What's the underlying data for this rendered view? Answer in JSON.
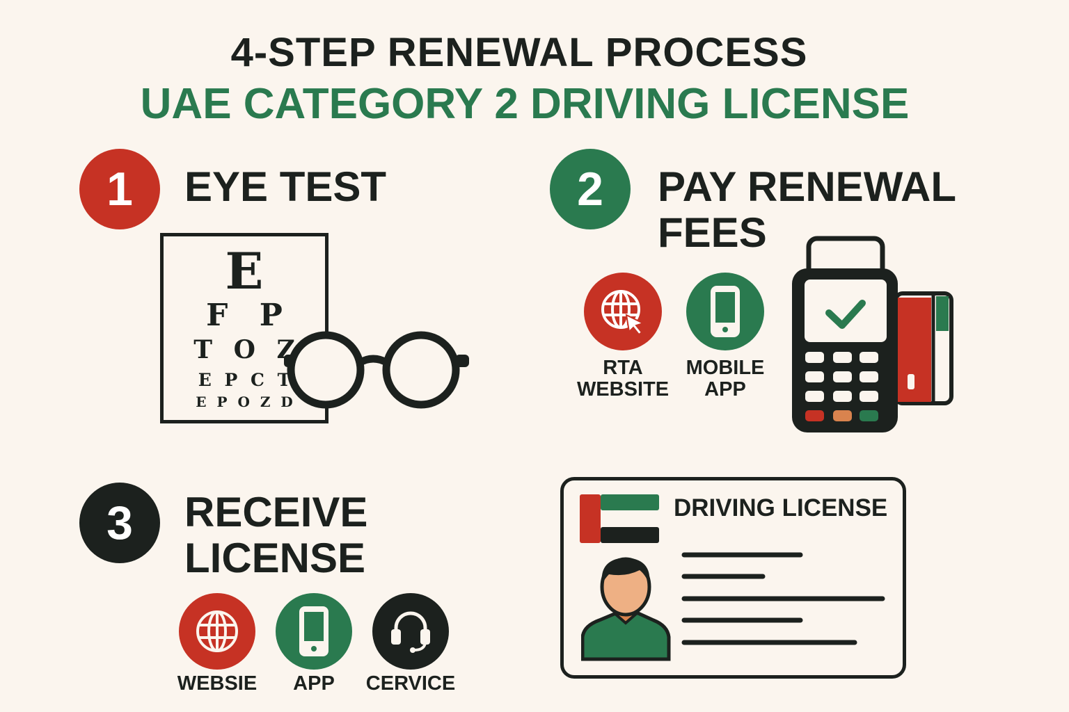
{
  "header": {
    "title": "4-STEP RENEWAL PROCESS",
    "subtitle": "UAE CATEGORY 2 DRIVING LICENSE"
  },
  "colors": {
    "red": "#c63224",
    "green": "#2a7a4f",
    "dark": "#1c211e",
    "background": "#fbf5ee"
  },
  "steps": [
    {
      "number": "1",
      "title": "EYE TEST",
      "icon": "eye-chart-with-glasses",
      "eye_chart_rows": [
        "E",
        "F P",
        "T O Z",
        "E P C T",
        "E P O Z D"
      ]
    },
    {
      "number": "2",
      "title_line1": "PAY RENEWAL",
      "title_line2": "FEES",
      "icon": "payment-terminal",
      "channels": [
        {
          "icon": "globe-cursor-icon",
          "line1": "RTA",
          "line2": "WEBSITE"
        },
        {
          "icon": "mobile-phone-icon",
          "line1": "MOBILE",
          "line2": "APP"
        }
      ]
    },
    {
      "number": "3",
      "title_line1": "RECEIVE",
      "title_line2": "LICENSE",
      "channels": [
        {
          "icon": "globe-icon",
          "label": "WEBSIE"
        },
        {
          "icon": "mobile-phone-icon",
          "label": "APP"
        },
        {
          "icon": "headset-icon",
          "label": "CERVICE"
        }
      ]
    }
  ],
  "license_card": {
    "title": "DRIVING LICENSE"
  }
}
